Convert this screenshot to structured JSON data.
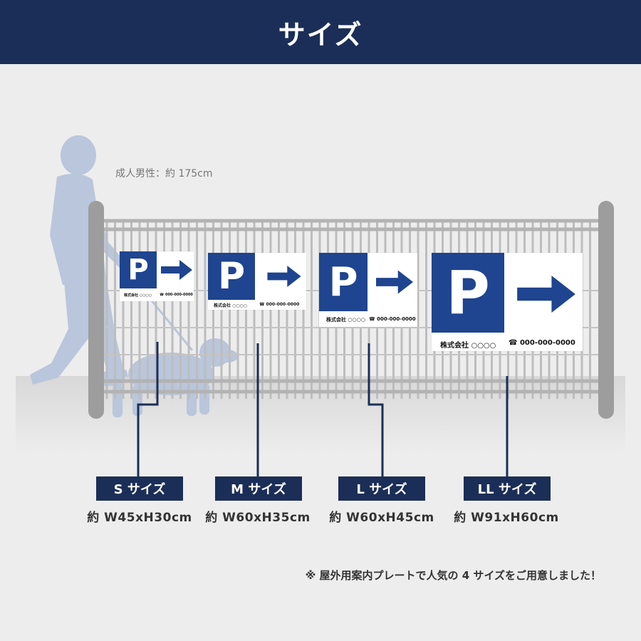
{
  "header": {
    "title": "サイズ"
  },
  "human_label": "成人男性：約 175cm",
  "signs": [
    {
      "id": "s",
      "p": "P",
      "company": "株式会社 ○○○○",
      "phone": "☎ 000-000-0000"
    },
    {
      "id": "m",
      "p": "P",
      "company": "株式会社 ○○○○",
      "phone": "☎ 000-000-0000"
    },
    {
      "id": "l",
      "p": "P",
      "company": "株式会社 ○○○○",
      "phone": "☎ 000-000-0000"
    },
    {
      "id": "ll",
      "p": "P",
      "company": "株式会社 ○○○○",
      "phone": "☎ 000-000-0000"
    }
  ],
  "sizes": [
    {
      "label": "S サイズ",
      "dimensions": "約 W45xH30cm"
    },
    {
      "label": "M サイズ",
      "dimensions": "約 W60xH35cm"
    },
    {
      "label": "L サイズ",
      "dimensions": "約 W60xH45cm"
    },
    {
      "label": "LL サイズ",
      "dimensions": "約 W91xH60cm"
    }
  ],
  "note": "※ 屋外用案内プレートで人気の 4 サイズをご用意しました！",
  "colors": {
    "navy": "#1b2e57",
    "sign_blue": "#1f4490",
    "fence": "#b8b8b8",
    "silhouette": "#b9c6dc"
  }
}
